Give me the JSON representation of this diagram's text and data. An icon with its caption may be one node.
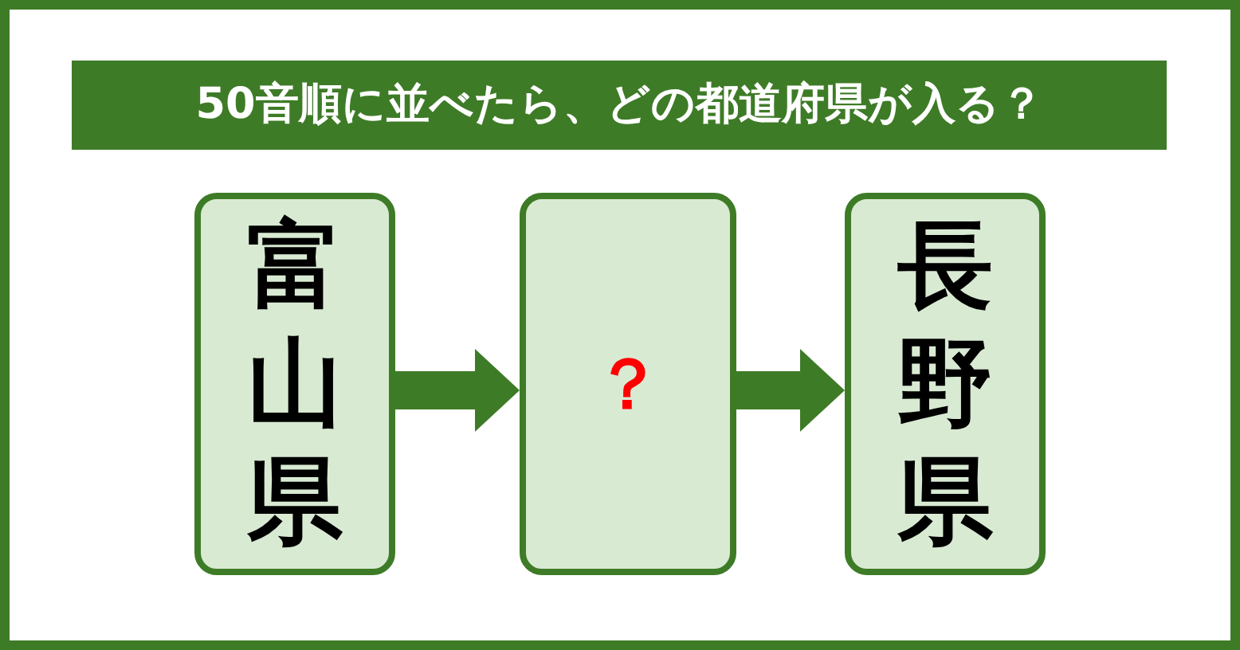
{
  "diagram": {
    "title": "50音順に並べたら、どの都道府県が入る？",
    "nodes": [
      {
        "text": [
          "富山県"
        ]
      },
      {
        "text": [
          "？"
        ]
      },
      {
        "text": [
          "長野県"
        ]
      }
    ],
    "edges": [
      {
        "from": 0,
        "to": 1,
        "arrow": "to"
      },
      {
        "from": 1,
        "to": 2,
        "arrow": "to"
      }
    ]
  }
}
